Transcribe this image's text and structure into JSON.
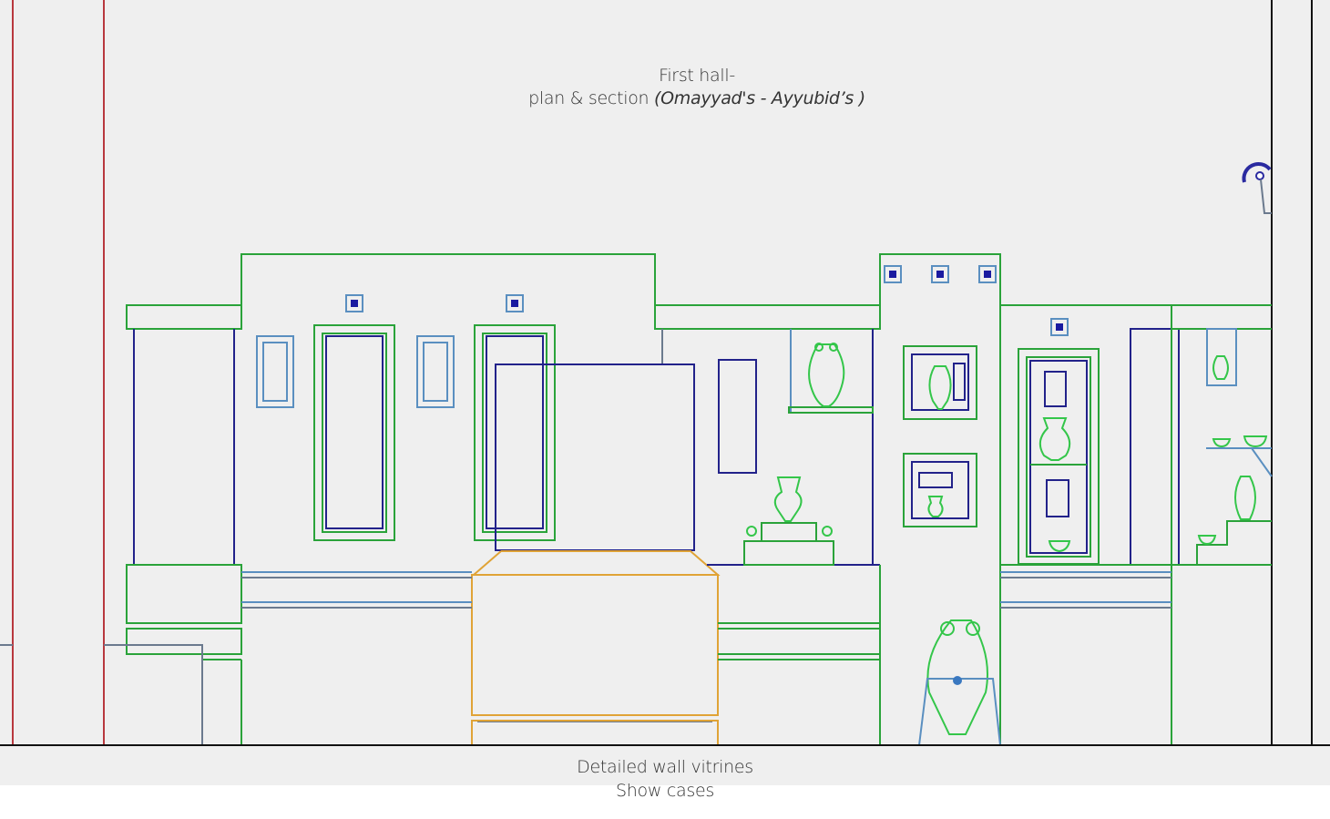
{
  "drawing": {
    "title_line1": "First hall-",
    "title_line2_prefix": "plan & section ",
    "title_line2_italic": "(Omayyad's -  Ayyubid’s )",
    "caption_line1": "Detailed wall vitrines",
    "caption_line2": "Show cases"
  },
  "colors": {
    "background": "#efefef",
    "wall_outline": "#2aa33a",
    "artifacts": "#34c64a",
    "vitrine_frame": "#22228a",
    "spotlight": "#1a1aa0",
    "pedestal": "#e0a336",
    "axis_line": "#b8383e",
    "floor_line": "#111111"
  },
  "elements": {
    "spotlights_count": 6,
    "wall_vitrines": [
      "left-tall-vitrine",
      "center-tall-vitrine",
      "niche-vase",
      "square-vitrine-upper",
      "square-vitrine-lower",
      "right-tall-vitrine",
      "stepped-shelf"
    ],
    "freestanding": [
      "central-pedestal-case",
      "amphora-on-stand"
    ]
  }
}
